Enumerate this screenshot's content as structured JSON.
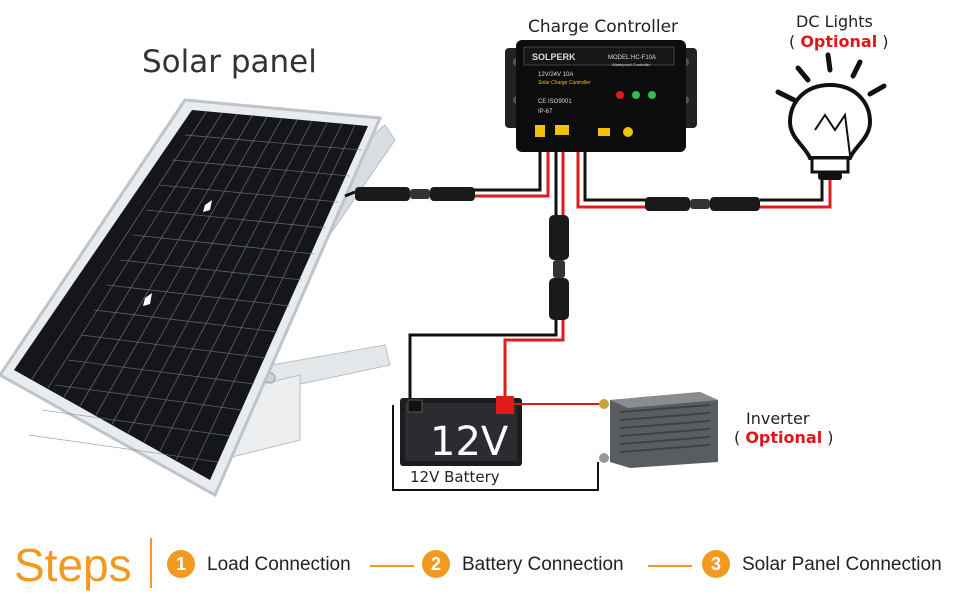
{
  "labels": {
    "solar_panel": "Solar panel",
    "charge_controller": "Charge Controller",
    "dc_lights": "DC Lights",
    "inverter": "Inverter",
    "optional_open": "( ",
    "optional_word": "Optional",
    "optional_close": " )",
    "battery_big": "12V",
    "battery_caption": "12V Battery"
  },
  "controller": {
    "brand": "SOLPERK",
    "model": "MODEL:HC-F10A",
    "rating": "12V/24V 10A",
    "name": "Solar Charge Controller",
    "cert": "CE ISO9001",
    "ip": "IP-67",
    "sub": "Waterproof Controller"
  },
  "steps": {
    "title": "Steps",
    "items": [
      {
        "num": "1",
        "label": "Load Connection"
      },
      {
        "num": "2",
        "label": "Battery Connection"
      },
      {
        "num": "3",
        "label": "Solar Panel Connection"
      }
    ]
  },
  "colors": {
    "accent": "#f29a1f",
    "optional": "#e5141b",
    "wire_positive": "#e01b1b",
    "wire_negative": "#111111"
  }
}
